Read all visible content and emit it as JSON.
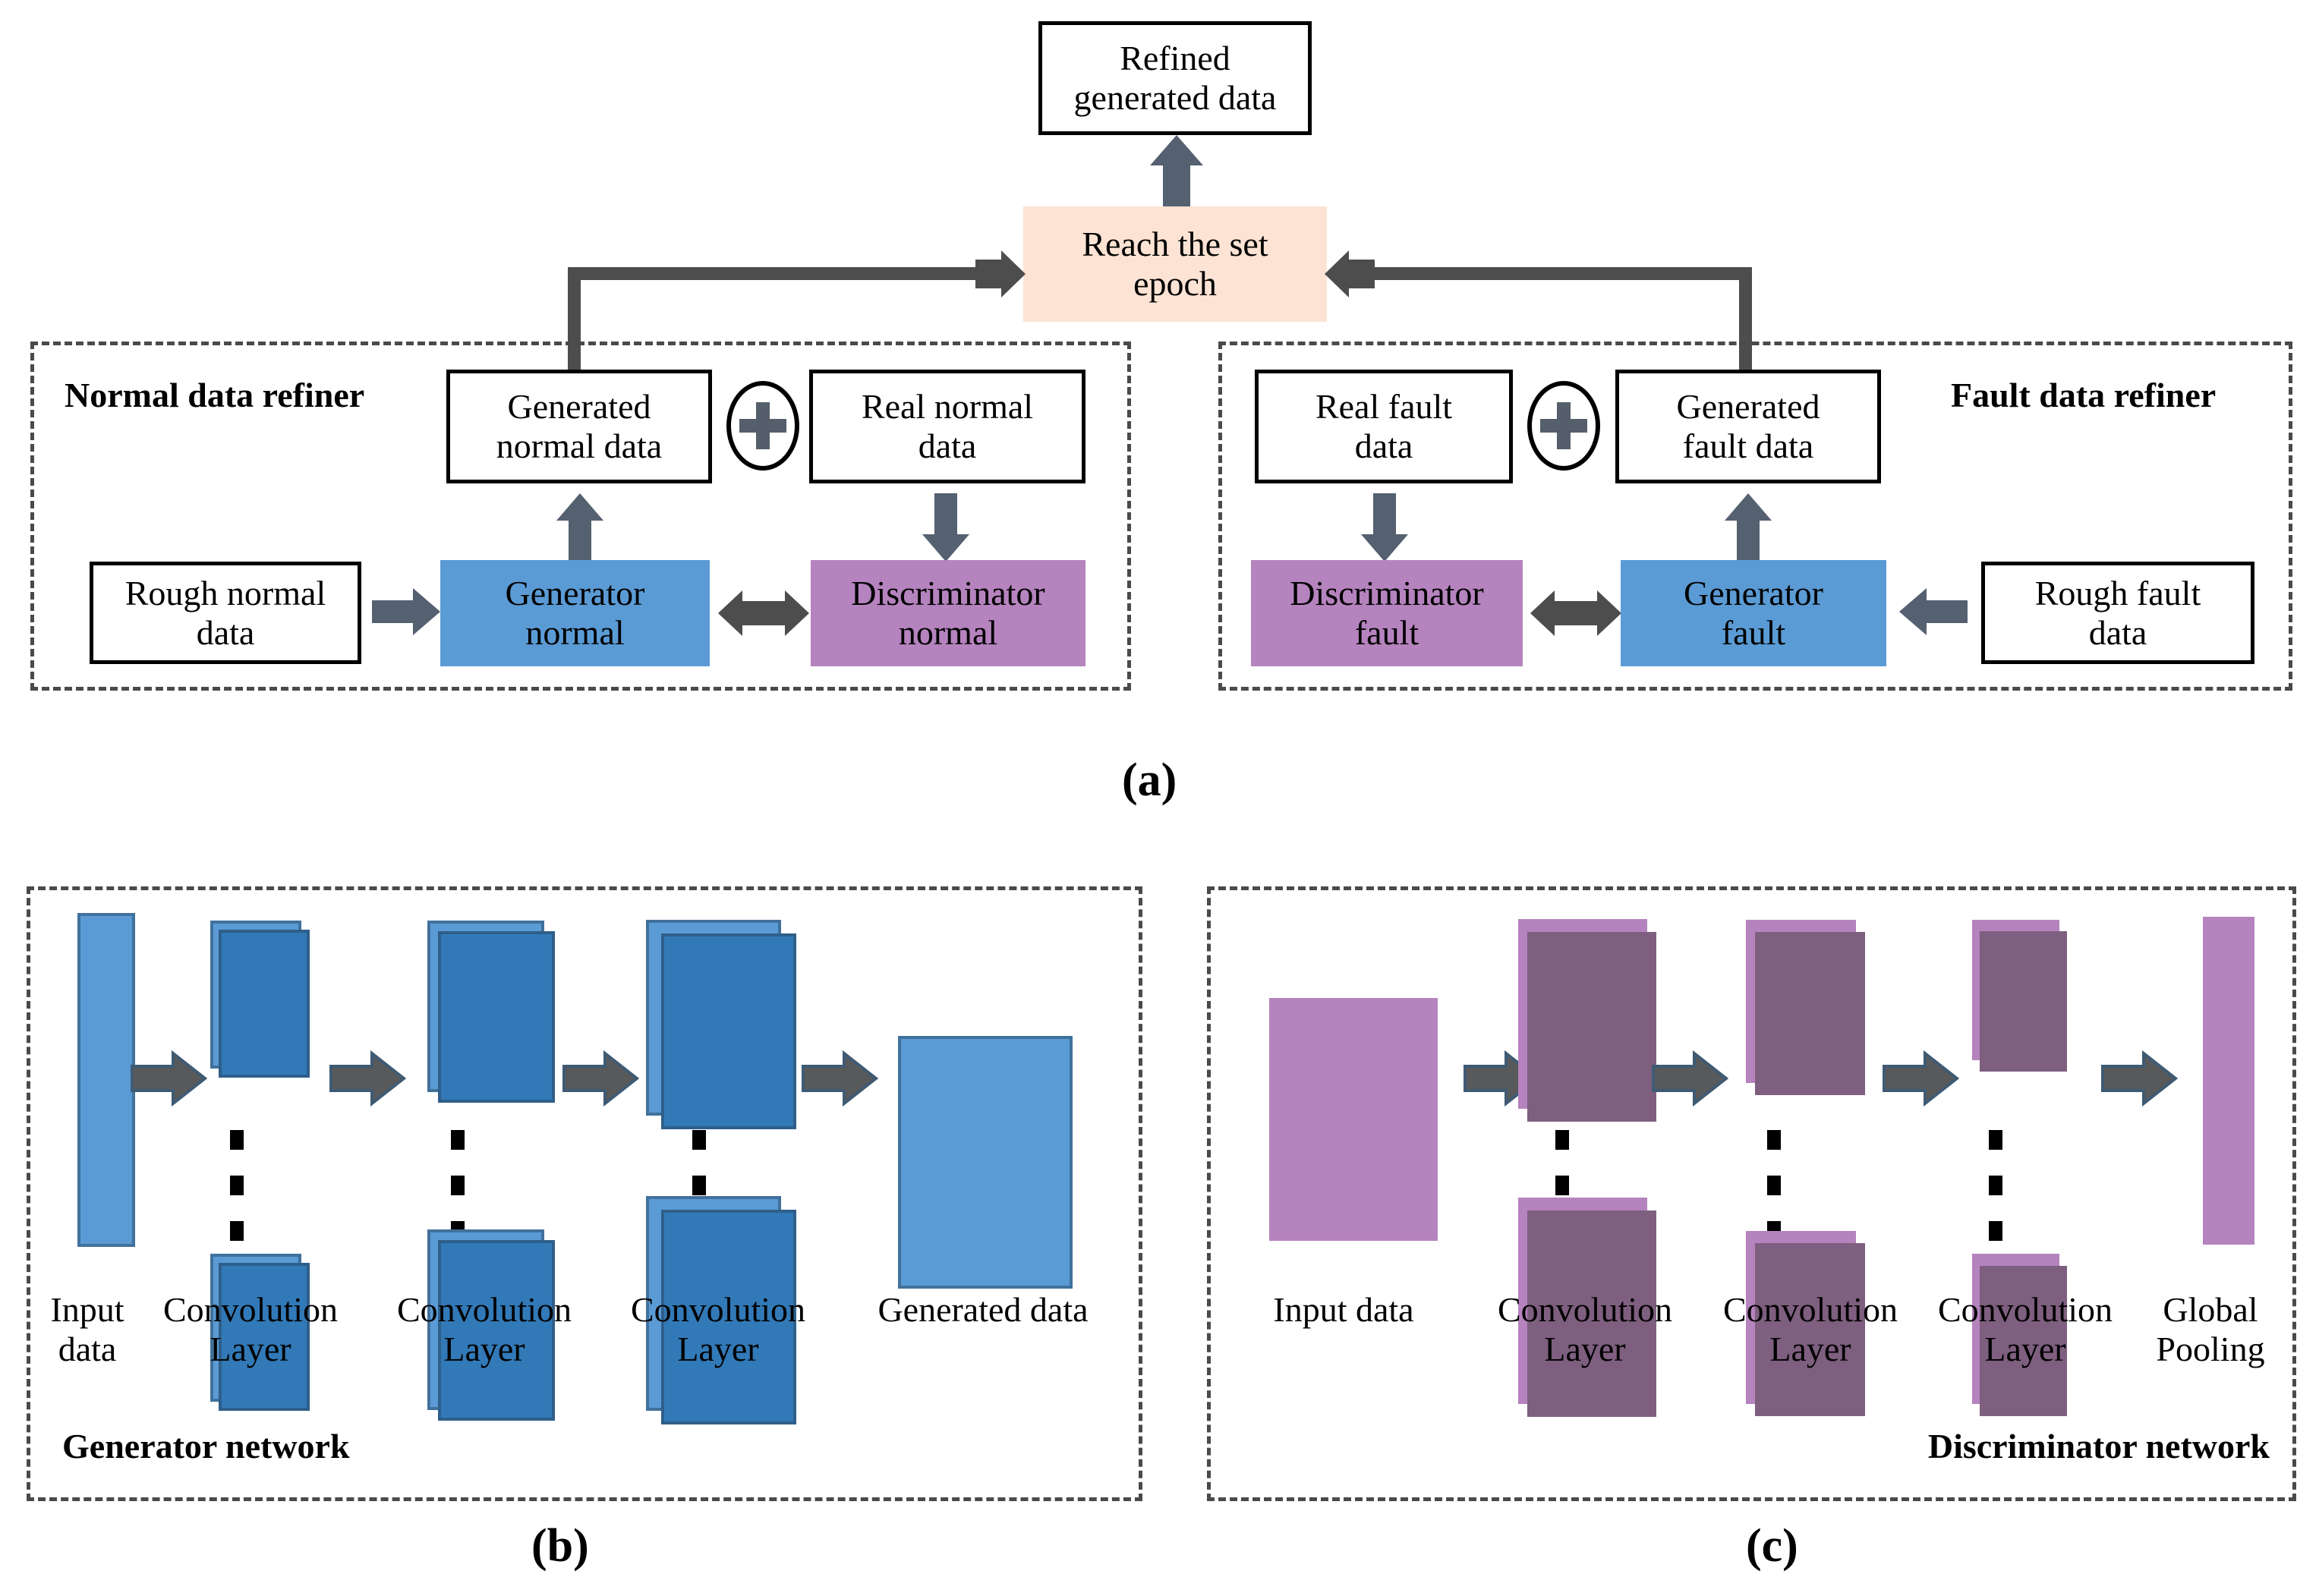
{
  "figure": {
    "captions": {
      "a": "(a)",
      "b": "(b)",
      "c": "(c)"
    }
  },
  "panel_a": {
    "top_box": {
      "line1": "Refined",
      "line2": "generated data"
    },
    "epoch_box": {
      "line1": "Reach the set",
      "line2": "epoch",
      "color": "#FCE3D4"
    },
    "left_panel": {
      "title": "Normal data refiner",
      "rough": {
        "line1": "Rough normal",
        "line2": "data"
      },
      "generator": {
        "line1": "Generator",
        "line2": "normal",
        "color": "#5B9BD5"
      },
      "discriminator": {
        "line1": "Discriminator",
        "line2": "normal",
        "color": "#B583BE"
      },
      "generated": {
        "line1": "Generated",
        "line2": "normal data"
      },
      "real": {
        "line1": "Real normal",
        "line2": "data"
      },
      "combine_symbol": "+"
    },
    "right_panel": {
      "title": "Fault data refiner",
      "rough": {
        "line1": "Rough fault",
        "line2": "data"
      },
      "generator": {
        "line1": "Generator",
        "line2": "fault",
        "color": "#5B9BD5"
      },
      "discriminator": {
        "line1": "Discriminator",
        "line2": "fault",
        "color": "#B583BE"
      },
      "generated": {
        "line1": "Generated",
        "line2": "fault data"
      },
      "real": {
        "line1": "Real fault",
        "line2": "data"
      },
      "combine_symbol": "+"
    }
  },
  "panel_b": {
    "title": "Generator network",
    "accent": "#5B9BD5",
    "accent_dark": "#3279B7",
    "labels": [
      {
        "line1": "Input",
        "line2": "data"
      },
      {
        "line1": "Convolution",
        "line2": "Layer"
      },
      {
        "line1": "Convolution",
        "line2": "Layer"
      },
      {
        "line1": "Convolution",
        "line2": "Layer"
      },
      {
        "line1": "Generated data",
        "line2": ""
      }
    ]
  },
  "panel_c": {
    "title": "Discriminator network",
    "accent": "#B583BE",
    "accent_dark": "#7E5F7F",
    "labels": [
      {
        "line1": "Input data",
        "line2": ""
      },
      {
        "line1": "Convolution",
        "line2": "Layer"
      },
      {
        "line1": "Convolution",
        "line2": "Layer"
      },
      {
        "line1": "Convolution",
        "line2": "Layer"
      },
      {
        "line1": "Global",
        "line2": "Pooling"
      }
    ]
  }
}
